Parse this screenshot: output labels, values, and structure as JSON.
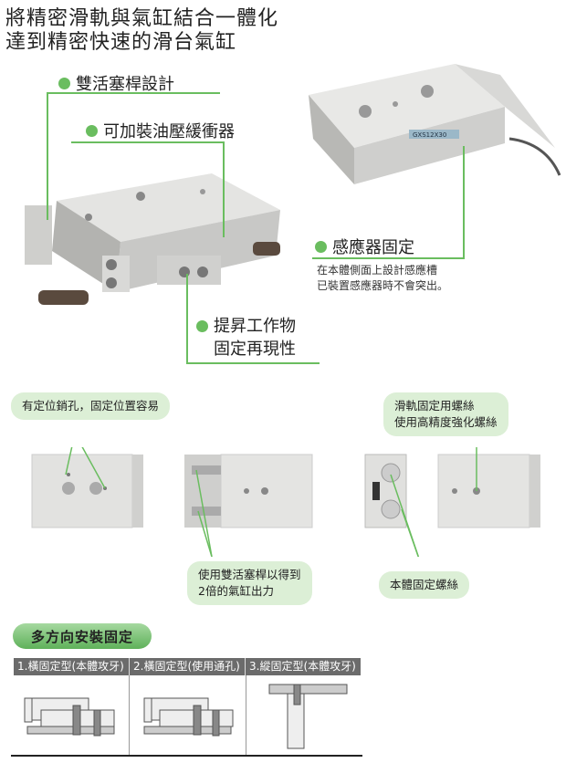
{
  "headline": {
    "line1": "將精密滑軌與氣缸結合一體化",
    "line2": "達到精密快速的滑台氣缸"
  },
  "features": {
    "dual_rod": "雙活塞桿設計",
    "shock_absorber": "可加裝油壓緩衝器",
    "sensor": "感應器固定",
    "sensor_desc": [
      "在本體側面上設計感應槽",
      "已裝置感應器時不會突出。"
    ],
    "repeatability": [
      "提昇工作物",
      "固定再現性"
    ]
  },
  "product_label": "GXS12X30",
  "callouts": {
    "pin_holes": "有定位銷孔，固定位置容易",
    "rail_screws": [
      "滑軌固定用螺絲",
      "使用高精度強化螺絲"
    ],
    "dual_output": [
      "使用雙活塞桿以得到",
      "2倍的氣缸出力"
    ],
    "body_screws": "本體固定螺絲"
  },
  "mounting": {
    "title": "多方向安裝固定",
    "columns": [
      "1.橫固定型(本體攻牙)",
      "2.橫固定型(使用通孔)",
      "3.縱固定型(本體攻牙)"
    ]
  },
  "colors": {
    "accent": "#6abd5f",
    "bubble": "#dcefd6",
    "table_header": "#6b6b6b"
  }
}
